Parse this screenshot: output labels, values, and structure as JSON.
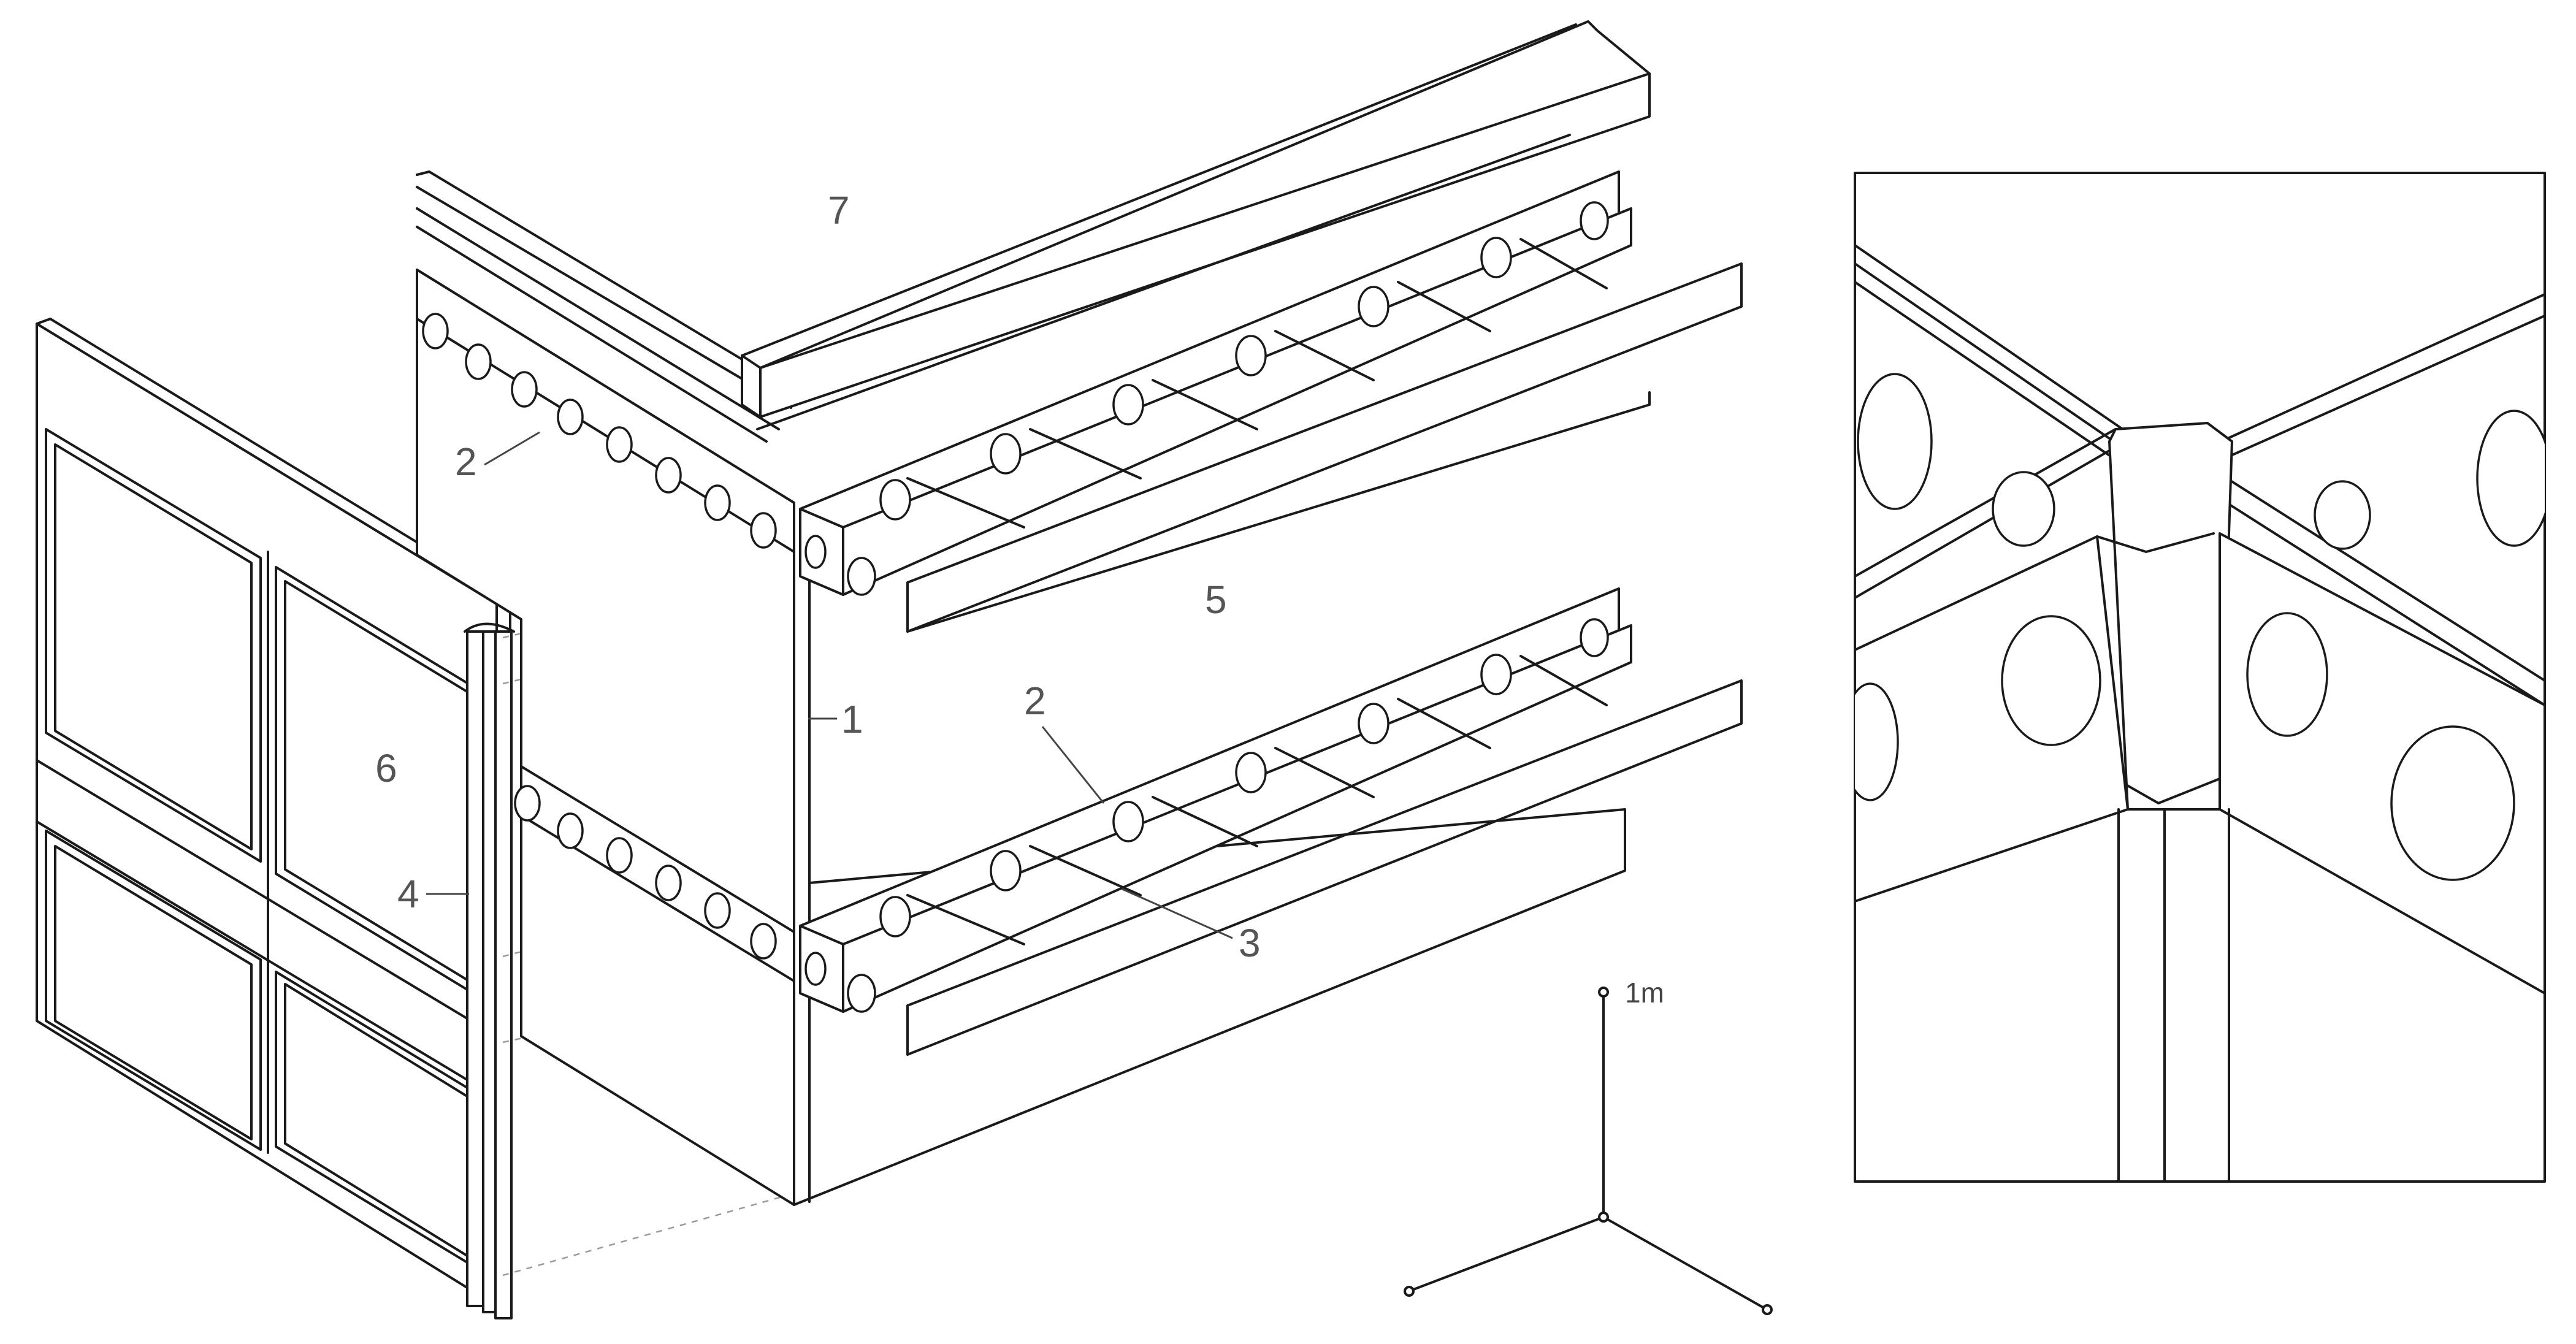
{
  "title": "Exploded isometric construction detail",
  "callouts": {
    "column": "1",
    "beam_upper": "2",
    "beam_lower": "2",
    "bolt_rod": "3",
    "jamb_post": "4",
    "floor_plate": "5",
    "wall_panel": "6",
    "roof_gutter": "7"
  },
  "scale_bar": {
    "label": "1m"
  },
  "detail_view": {
    "subject": "corner joint close-up"
  }
}
